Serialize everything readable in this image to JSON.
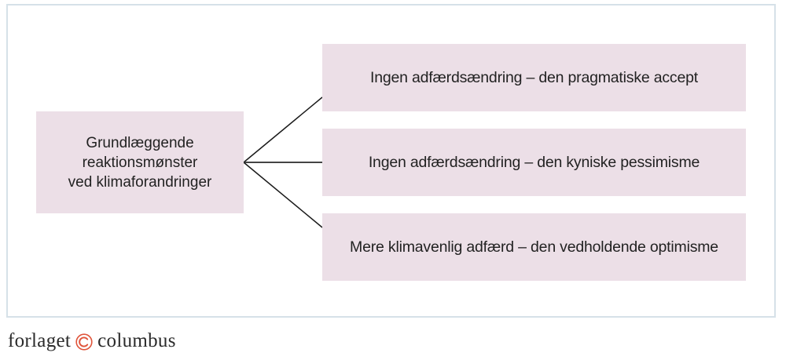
{
  "diagram": {
    "root": {
      "lines": [
        "Grundlæggende",
        "reaktionsmønster",
        "ved klimaforandringer"
      ]
    },
    "branches": [
      {
        "label": "Ingen adfærdsændring – den pragmatiske accept"
      },
      {
        "label": "Ingen adfærdsændring – den kyniske pessimisme"
      },
      {
        "label": "Mere klimavenlig adfærd – den vedholdende optimisme"
      }
    ],
    "colors": {
      "box_fill": "#ecdfe7",
      "frame_border": "#d6e1e8",
      "connector": "#1a1a1a",
      "logo_accent": "#e0543a"
    }
  },
  "footer": {
    "publisher_left": "forlaget",
    "logo_icon": "copyright-c-icon",
    "publisher_right": "columbus"
  }
}
